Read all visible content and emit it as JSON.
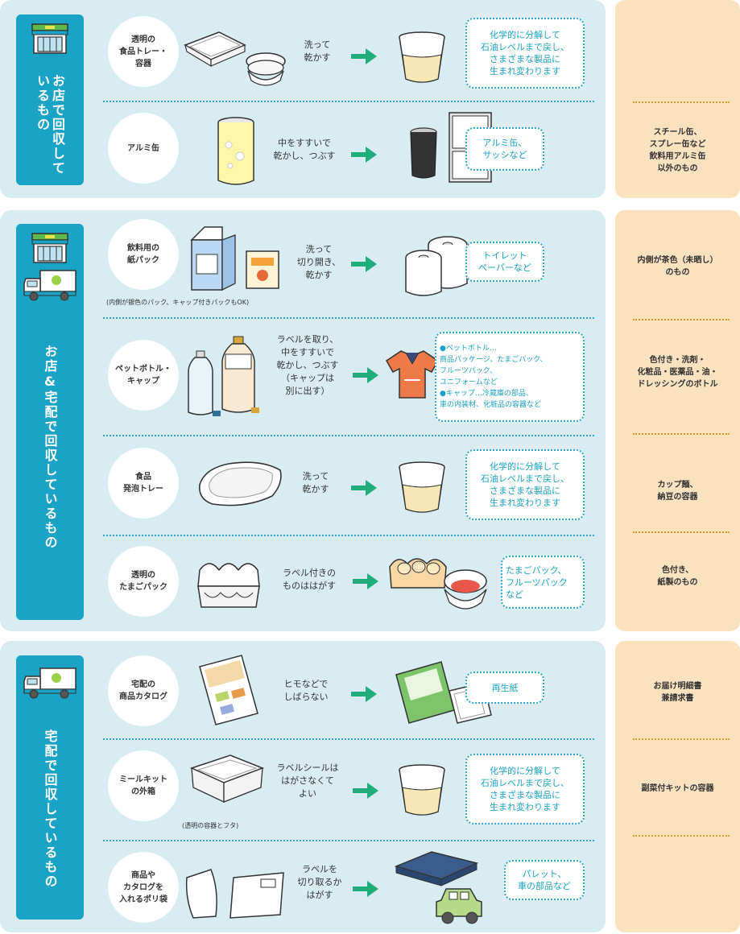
{
  "sections": [
    {
      "label": "お店で回収しているもの",
      "rows": [
        {
          "item": "透明の\n食品トレー・\n容器",
          "instruction": "洗って\n乾かす",
          "result": "化学的に分解して\n石油レベルまで戻し、\nさまざまな製品に\n生まれ変わります"
        },
        {
          "item": "アルミ缶",
          "instruction": "中をすすいで\n乾かし、つぶす",
          "result": "アルミ缶、\nサッシなど"
        }
      ]
    },
    {
      "label": "お店&宅配で回収しているもの",
      "rows": [
        {
          "item": "飲料用の\n紙パック",
          "instruction": "洗って\n切り開き、\n乾かす",
          "result": "トイレット\nペーパーなど",
          "note": "(内側が銀色のパック、キャップ付きパックもOK)"
        },
        {
          "item": "ペットボトル・\nキャップ",
          "instruction": "ラベルを取り、\n中をすすいで\n乾かし、つぶす\n（キャップは\n別に出す）",
          "result": "●ペットボトル…\n商品パッケージ、たまごパック、\nフルーツパック、\nユニフォームなど\n●キャップ…冷蔵庫の部品、\n車の内装材、化粧品の容器など"
        },
        {
          "item": "食品\n発泡トレー",
          "instruction": "洗って\n乾かす",
          "result": "化学的に分解して\n石油レベルまで戻し、\nさまざまな製品に\n生まれ変わります"
        },
        {
          "item": "透明の\nたまごパック",
          "instruction": "ラベル付きの\nものははがす",
          "result": "たまごパック、\nフルーツパック\nなど"
        }
      ]
    },
    {
      "label": "宅配で回収しているもの",
      "rows": [
        {
          "item": "宅配の\n商品カタログ",
          "instruction": "ヒモなどで\nしばらない",
          "result": "再生紙"
        },
        {
          "item": "ミールキット\nの外箱",
          "instruction": "ラベルシールは\nはがさなくて\nよい",
          "result": "化学的に分解して\n石油レベルまで戻し、\nさまざまな製品に\n生まれ変わります",
          "note": "(透明の容器とフタ)"
        },
        {
          "item": "商品や\nカタログを\n入れるポリ袋",
          "instruction": "ラベルを\n切り取るか\nはがす",
          "result": "パレット、\n車の部品など"
        }
      ]
    }
  ],
  "side": [
    {
      "text": "スチール缶、\nスプレー缶など\n飲料用アルミ缶\n以外のもの"
    },
    {
      "text": "内側が茶色（未晒し）\nのもの"
    },
    {
      "text": "色付き・洗剤・\n化粧品・医薬品・油・\nドレッシングのボトル"
    },
    {
      "text": "カップ麺、\n納豆の容器"
    },
    {
      "text": "色付き、\n紙製のもの"
    },
    {
      "text": "お届け明細書\n兼請求書"
    },
    {
      "text": "副菜付キットの容器"
    }
  ],
  "colors": {
    "accent": "#1aa3c4",
    "panel": "#d8ecf1",
    "side_panel": "#fbe2bf",
    "arrow": "#1fae7a"
  },
  "icons": [
    "store-icon",
    "delivery-truck-icon",
    "arrow-right-icon"
  ]
}
